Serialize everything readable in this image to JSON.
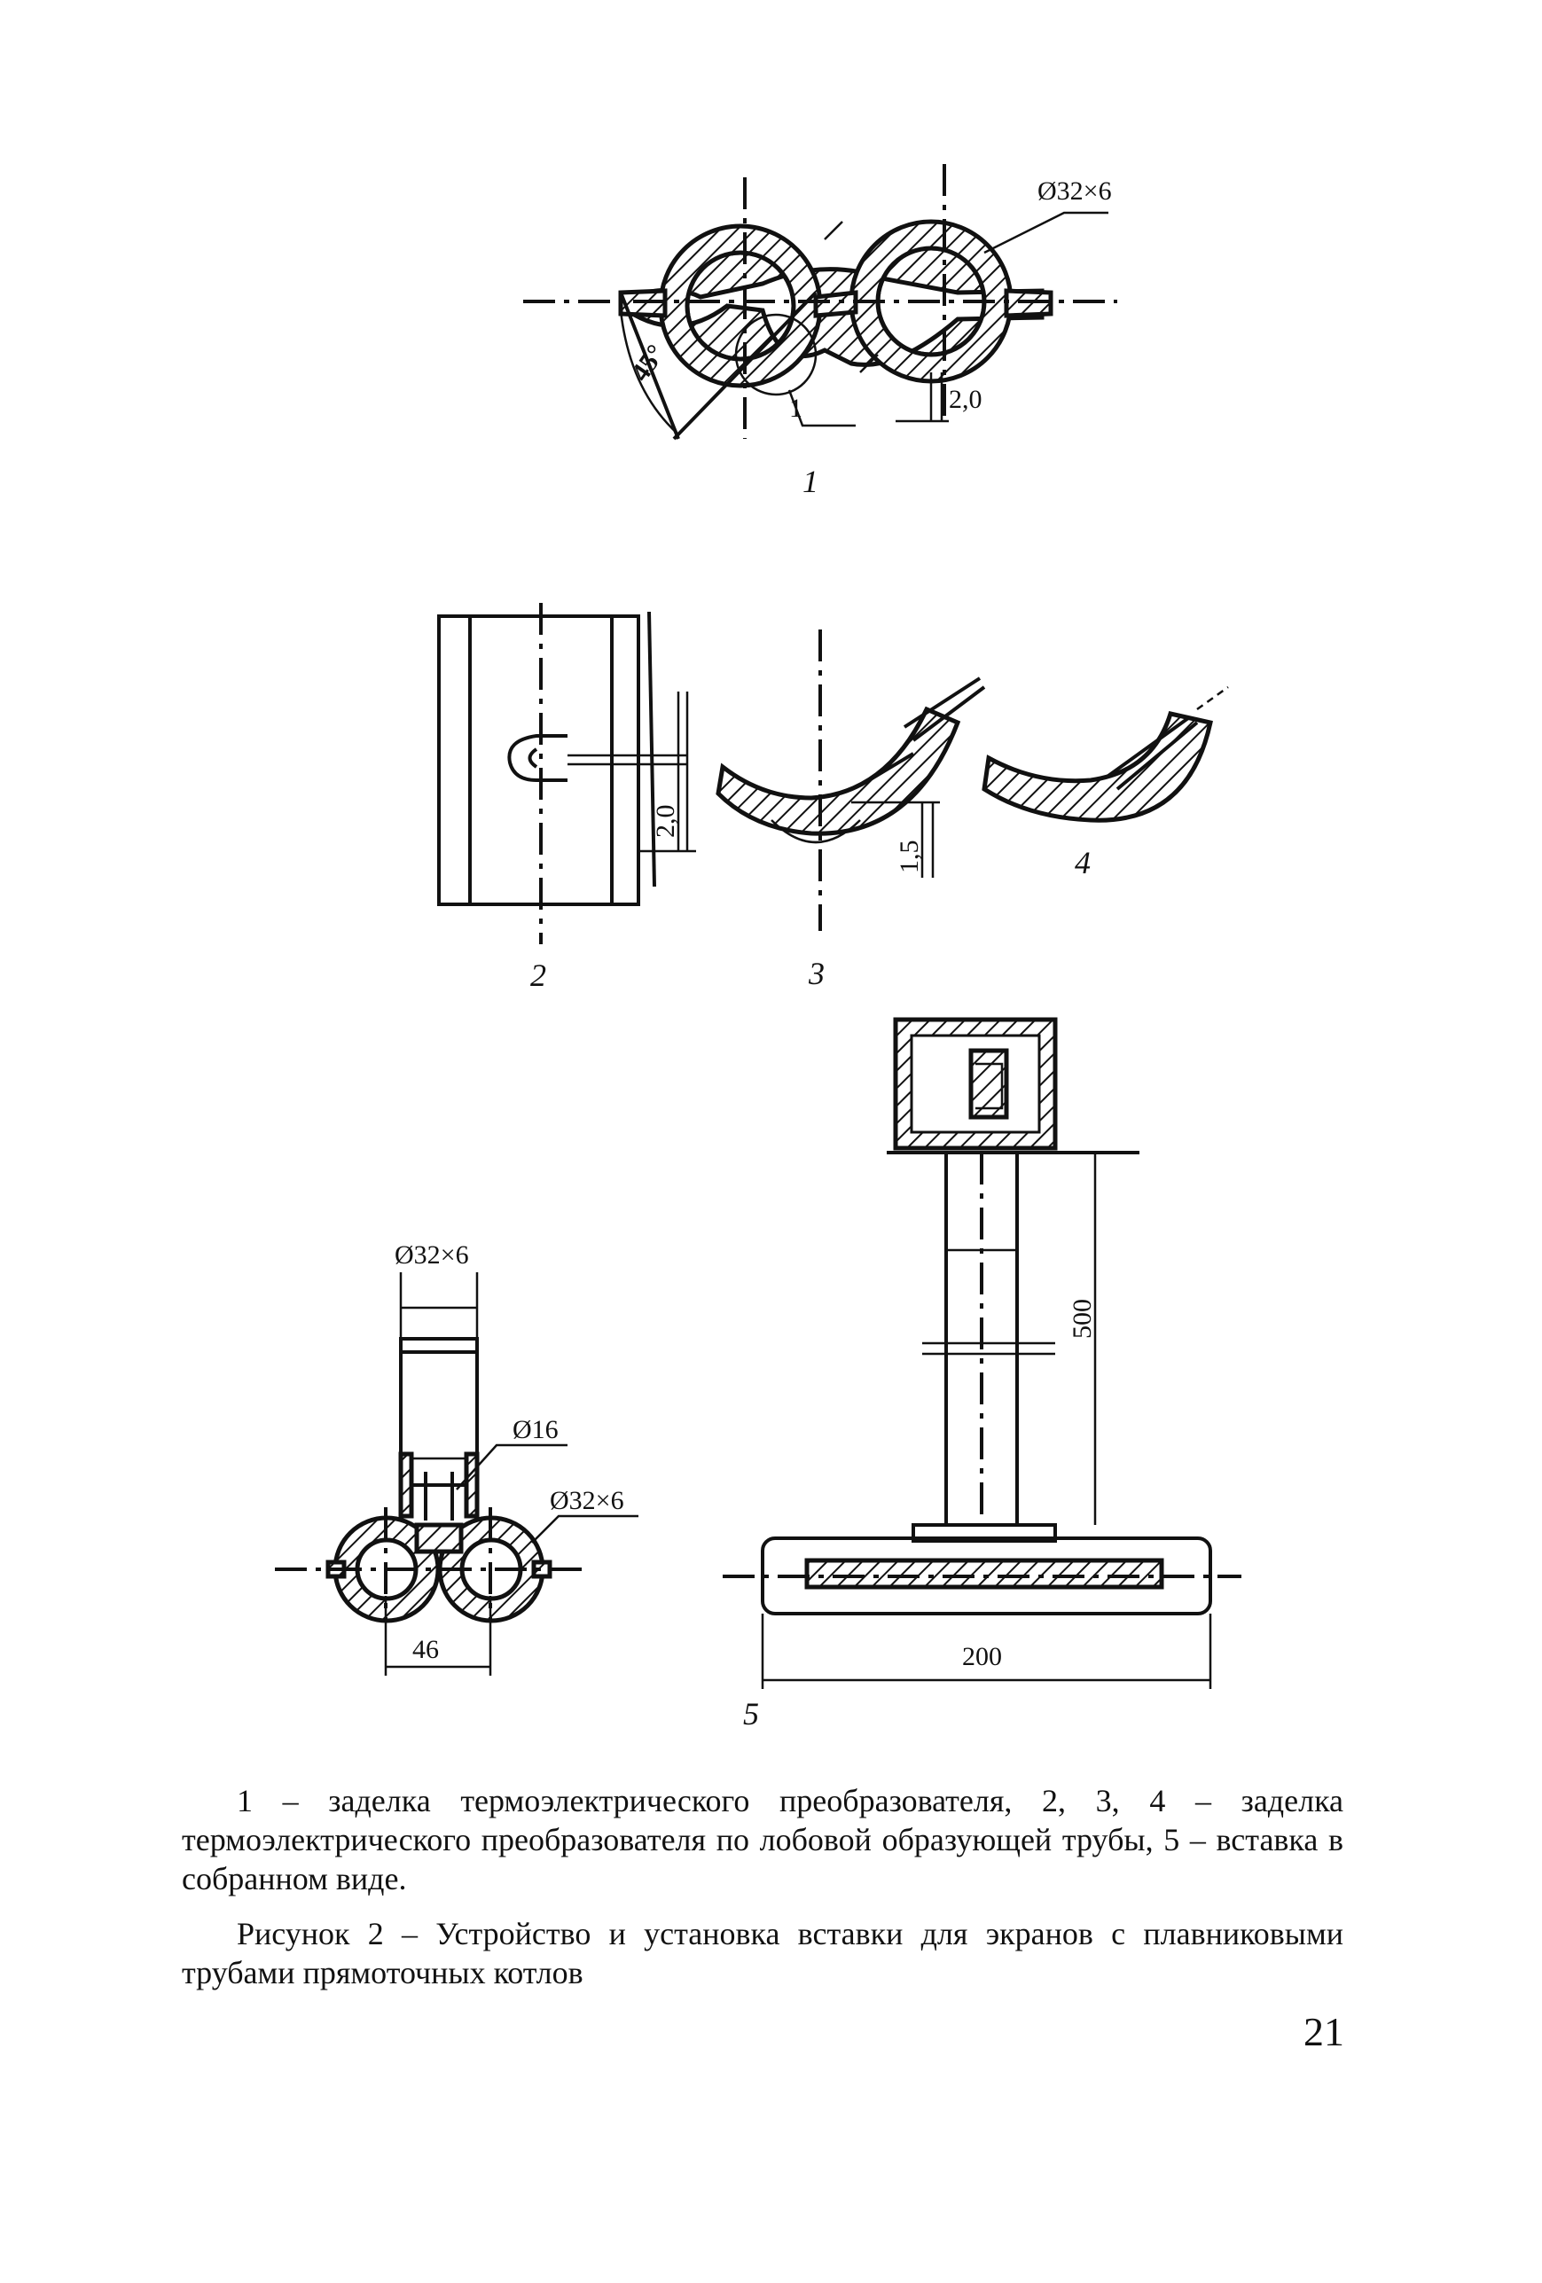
{
  "figure": {
    "labels": {
      "fig1": "1",
      "fig2": "2",
      "fig3": "3",
      "fig4": "4",
      "fig5": "5"
    },
    "dimensions": {
      "pipe_top": "Ø32×6",
      "angle": "45°",
      "callout_1": "1",
      "gap_top": "2,0",
      "gap_fig2": "2,0",
      "gap_fig3": "1,5",
      "insert_pipe": "Ø32×6",
      "insert_inner": "Ø16",
      "insert_pipe_right": "Ø32×6",
      "pitch": "46",
      "height": "500",
      "length": "200"
    }
  },
  "caption": {
    "legend": "1 – заделка термоэлектрического преобразователя, 2, 3, 4 – заделка термоэлектрического преобразователя по лобовой образующей трубы, 5 – вставка в собранном виде.",
    "figure_title": "Рисунок 2 – Устройство и установка вставки для экранов с плавниковыми трубами прямоточных котлов"
  },
  "page_number": "21"
}
